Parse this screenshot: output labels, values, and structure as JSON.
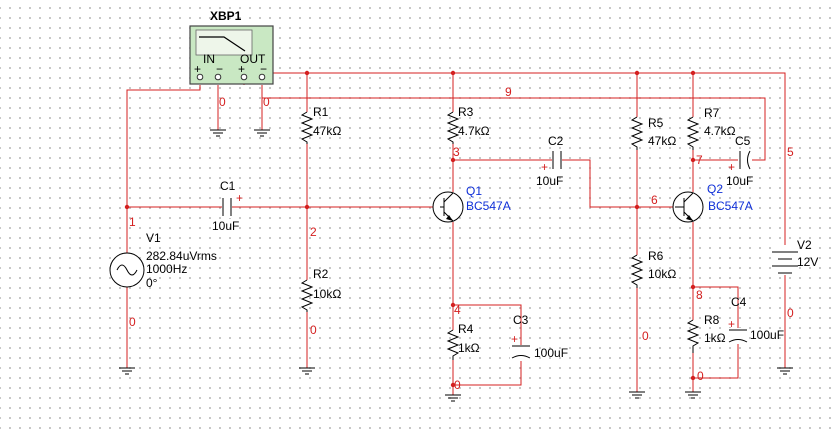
{
  "bode": {
    "name": "XBP1",
    "in": "IN",
    "out": "OUT",
    "pins": "+ − + −"
  },
  "components": {
    "v1": {
      "name": "V1",
      "amplitude": "282.84uVrms",
      "freq": "1000Hz",
      "phase": "0°"
    },
    "v2": {
      "name": "V2",
      "value": "12V"
    },
    "c1": {
      "name": "C1",
      "value": "10uF"
    },
    "c2": {
      "name": "C2",
      "value": "10uF"
    },
    "c3": {
      "name": "C3",
      "value": "100uF"
    },
    "c4": {
      "name": "C4",
      "value": "100uF"
    },
    "c5": {
      "name": "C5",
      "value": "10uF"
    },
    "r1": {
      "name": "R1",
      "value": "47kΩ"
    },
    "r2": {
      "name": "R2",
      "value": "10kΩ"
    },
    "r3": {
      "name": "R3",
      "value": "4.7kΩ"
    },
    "r4": {
      "name": "R4",
      "value": "1kΩ"
    },
    "r5": {
      "name": "R5",
      "value": "47kΩ"
    },
    "r6": {
      "name": "R6",
      "value": "10kΩ"
    },
    "r7": {
      "name": "R7",
      "value": "4.7kΩ"
    },
    "r8": {
      "name": "R8",
      "value": "1kΩ"
    },
    "q1": {
      "name": "Q1",
      "model": "BC547A"
    },
    "q2": {
      "name": "Q2",
      "model": "BC547A"
    }
  },
  "nets": {
    "n0_in": "0",
    "n0_out": "0",
    "n0_v1": "0",
    "n0_r2": "0",
    "n0_r4": "0",
    "n0_r6": "0",
    "n0_r8": "0",
    "n0_v2": "0",
    "n1": "1",
    "n2": "2",
    "n3": "3",
    "n4": "4",
    "n5": "5",
    "n6": "6",
    "n7": "7",
    "n8": "8",
    "n9": "9"
  },
  "colors": {
    "wire": "#d42020",
    "transistor_label": "#1030d8",
    "instrument_face": "#c9e8c3"
  }
}
